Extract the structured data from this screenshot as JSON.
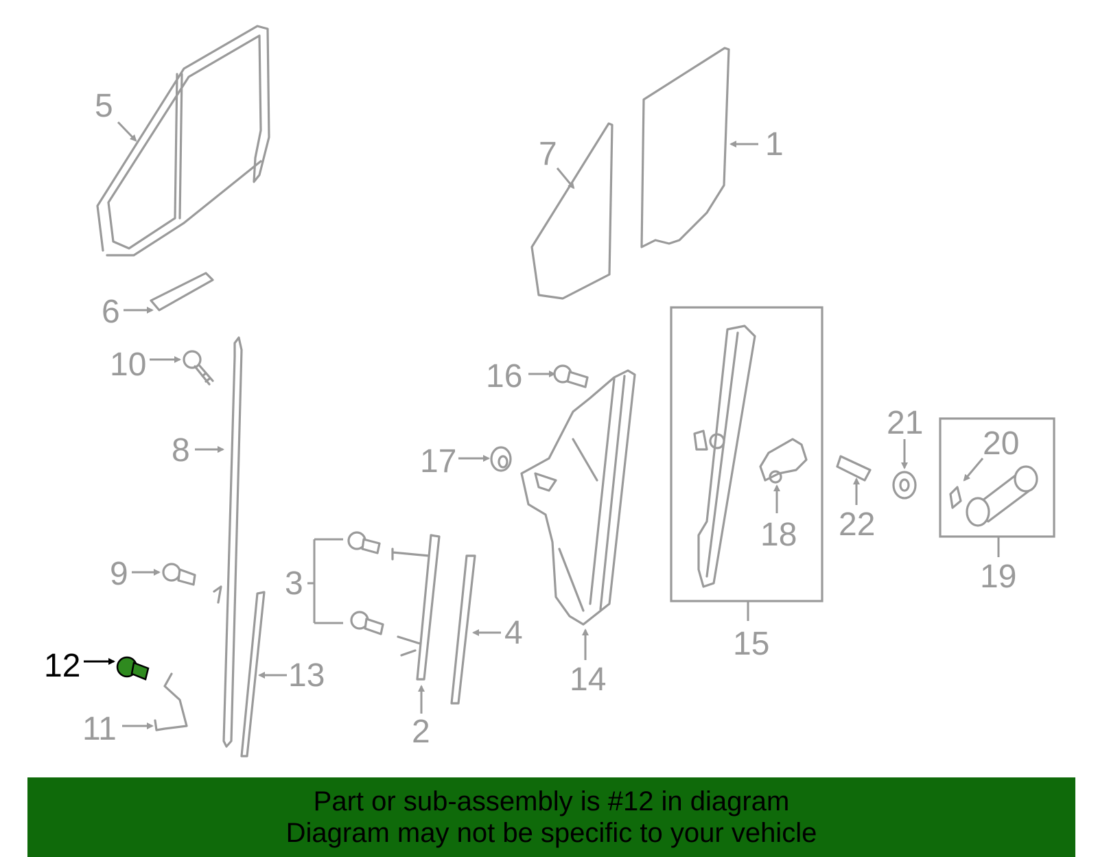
{
  "diagram": {
    "labels": {
      "p1": "1",
      "p2": "2",
      "p3": "3",
      "p4": "4",
      "p5": "5",
      "p6": "6",
      "p7": "7",
      "p8": "8",
      "p9": "9",
      "p10": "10",
      "p11": "11",
      "p12": "12",
      "p13": "13",
      "p14": "14",
      "p15": "15",
      "p16": "16",
      "p17": "17",
      "p18": "18",
      "p19": "19",
      "p20": "20",
      "p21": "21",
      "p22": "22"
    },
    "highlighted_part": "12"
  },
  "banner": {
    "line1": "Part or sub-assembly is #12 in diagram",
    "line2": "Diagram may not be specific to your vehicle"
  },
  "colors": {
    "line": "#9a9a9a",
    "highlight_fill": "#2f8a1f",
    "banner_bg": "#0f6a0a",
    "active_text": "#000000"
  }
}
